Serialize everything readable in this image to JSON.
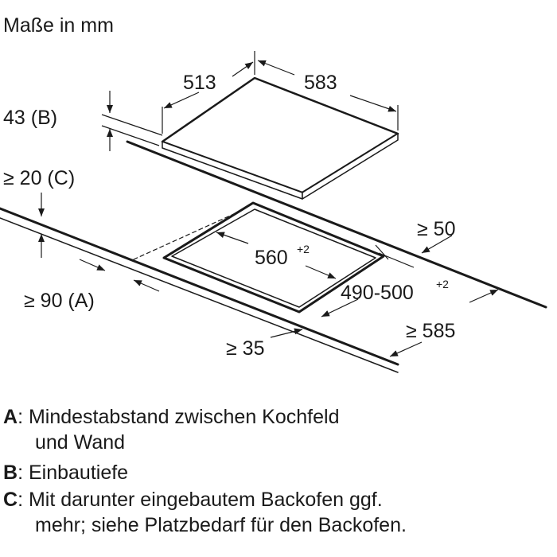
{
  "title": "Maße in mm",
  "dimensions": {
    "hob_depth": "513",
    "hob_width": "583",
    "installation_depth": "43 (",
    "installation_depth_key": "B",
    "installation_depth_close": ")",
    "top_clearance": "≥ 20 (",
    "top_clearance_key": "C",
    "top_clearance_close": ")",
    "wall_distance": "≥ 90 (",
    "wall_distance_key": "A",
    "wall_distance_close": ")",
    "cutout_width": "560",
    "cutout_width_tol": "+2",
    "cutout_depth": "490-500",
    "cutout_depth_tol": "+2",
    "rear_clearance": "≥ 50",
    "front_clearance": "≥ 35",
    "worktop_depth": "≥ 585"
  },
  "legend": [
    {
      "key": "A",
      "sep": ":",
      "lines": [
        "Mindestabstand zwischen Kochfeld",
        "und Wand"
      ]
    },
    {
      "key": "B",
      "sep": ":",
      "lines": [
        "Einbautiefe"
      ]
    },
    {
      "key": "C",
      "sep": ":",
      "lines": [
        "Mit darunter eingebautem Backofen ggf.",
        "mehr; siehe Platzbedarf für den Backofen."
      ]
    }
  ]
}
